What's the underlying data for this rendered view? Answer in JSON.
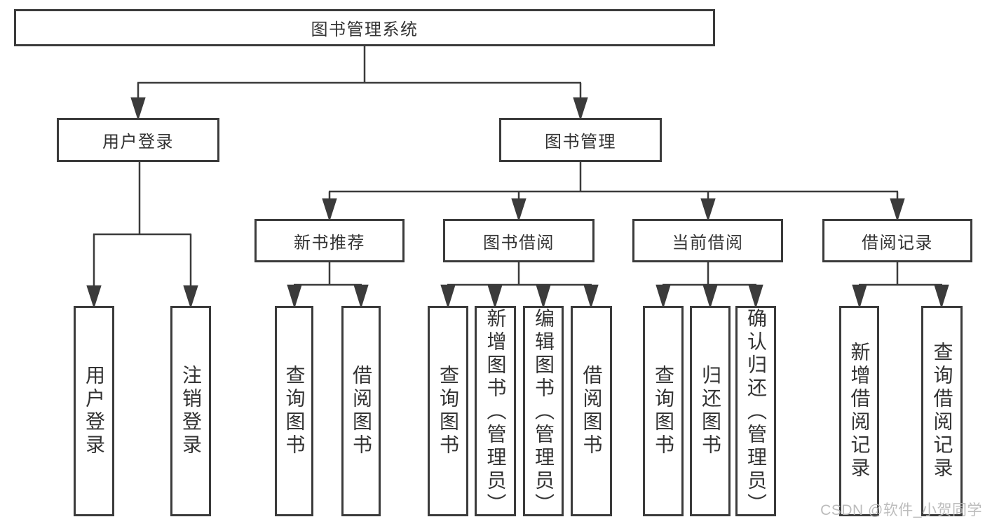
{
  "diagram": {
    "root": {
      "label": "图书管理系统"
    },
    "branches": [
      {
        "label": "用户登录",
        "children": [
          {
            "label": "用户登录"
          },
          {
            "label": "注销登录"
          }
        ]
      },
      {
        "label": "图书管理",
        "groups": [
          {
            "label": "新书推荐",
            "children": [
              {
                "label": "查询图书"
              },
              {
                "label": "借阅图书"
              }
            ]
          },
          {
            "label": "图书借阅",
            "children": [
              {
                "label": "查询图书"
              },
              {
                "label": "新增图书（管理员）"
              },
              {
                "label": "编辑图书（管理员）"
              },
              {
                "label": "借阅图书"
              }
            ]
          },
          {
            "label": "当前借阅",
            "children": [
              {
                "label": "查询图书"
              },
              {
                "label": "归还图书"
              },
              {
                "label": "确认归还（管理员）"
              }
            ]
          },
          {
            "label": "借阅记录",
            "children": [
              {
                "label": "新增借阅记录"
              },
              {
                "label": "查询借阅记录"
              }
            ]
          }
        ]
      }
    ],
    "watermark": {
      "text": "CSDN @软件_小贺同学"
    },
    "colors": {
      "line": "#3b3b3b",
      "text": "#333333",
      "watermark_text": "#b5b5b5",
      "background": "#ffffff"
    }
  }
}
